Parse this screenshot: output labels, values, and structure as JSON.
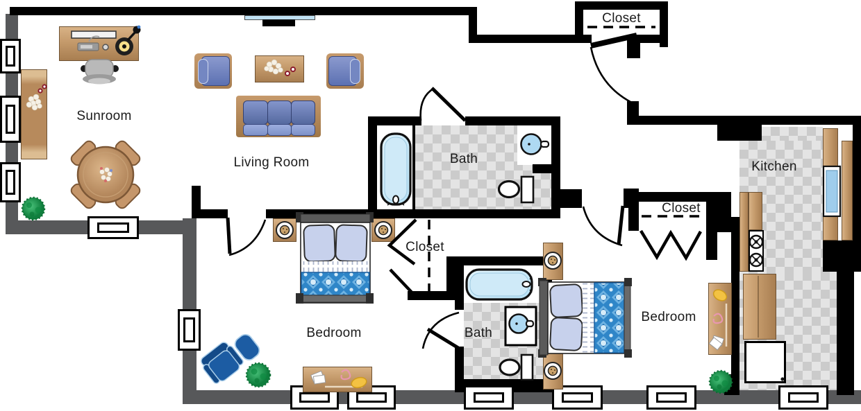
{
  "plan": {
    "labels": {
      "sunroom": "Sunroom",
      "living_room": "Living Room",
      "bath_top": "Bath",
      "bath_bottom": "Bath",
      "closet_entry": "Closet",
      "closet_hall": "Closet",
      "closet_bedroom2": "Closet",
      "kitchen": "Kitchen",
      "bedroom_left": "Bedroom",
      "bedroom_right": "Bedroom"
    },
    "colors": {
      "wall_black": "#000000",
      "wall_gray": "#57585a",
      "tile_light": "#e4e4e4",
      "tile_dark": "#cbcbcb",
      "wood": "#c49a6b",
      "upholstery_blue": "#6d7fbe",
      "lounge_blue": "#1c5ca3",
      "duvet_blue": "#2f86c8",
      "pillow_blue": "#c7d1ec",
      "water_blue": "#c3e6f8",
      "plant_green": "#1f9e4f",
      "accent_yellow": "#f3c242"
    }
  }
}
